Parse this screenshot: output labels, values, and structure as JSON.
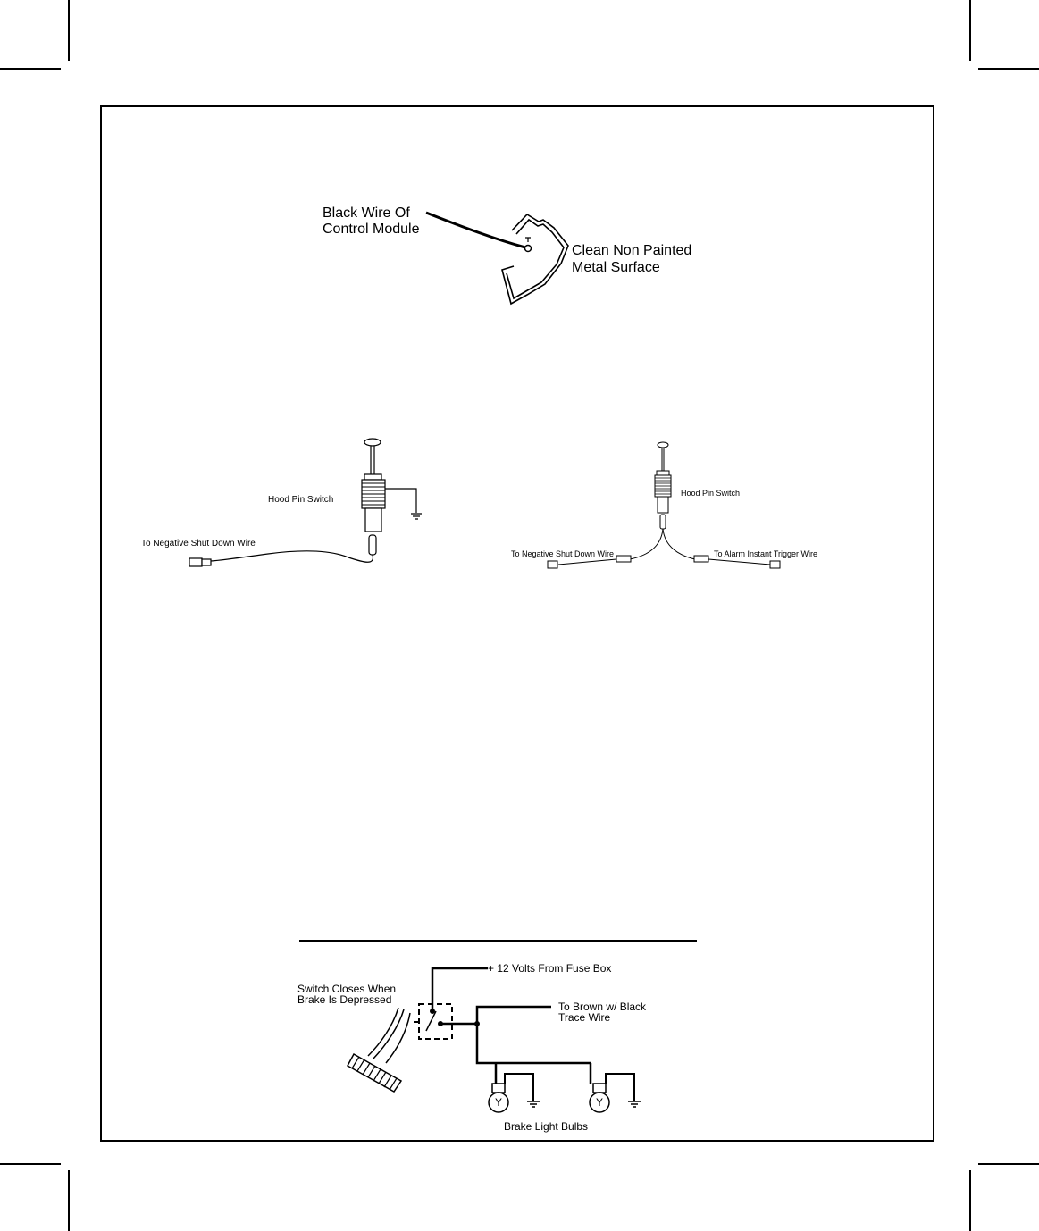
{
  "ground_diagram": {
    "wire_label_line1": "Black Wire Of",
    "wire_label_line2": "Control Module",
    "surface_label_line1": "Clean Non Painted",
    "surface_label_line2": "Metal Surface"
  },
  "hood_pin_left": {
    "switch_label": "Hood Pin Switch",
    "wire_label": "To Negative Shut Down Wire"
  },
  "hood_pin_right": {
    "switch_label": "Hood Pin Switch",
    "left_wire_label": "To Negative Shut Down Wire",
    "right_wire_label": "To Alarm Instant Trigger Wire"
  },
  "brake_diagram": {
    "power_label": "+ 12 Volts From Fuse Box",
    "switch_label_line1": "Switch Closes When",
    "switch_label_line2": "Brake Is Depressed",
    "output_label_line1": "To Brown w/ Black",
    "output_label_line2": "Trace Wire",
    "bulb_symbol": "Y",
    "bulbs_label": "Brake Light Bulbs"
  }
}
